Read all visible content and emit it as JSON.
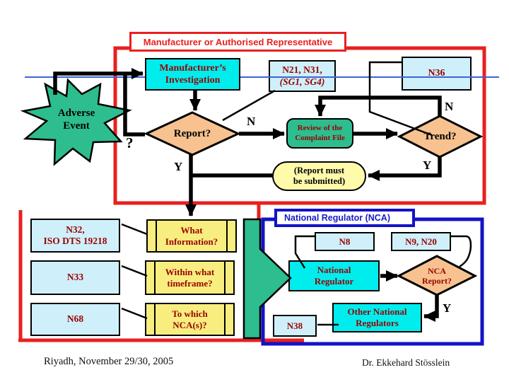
{
  "slide": {
    "manufacturer_section": {
      "title": "Manufacturer or Authorised Representative",
      "adverse_event": {
        "line1": "Adverse",
        "line2": "Event"
      },
      "investigation": {
        "line1": "Manufacturer’s",
        "line2": "Investigation"
      },
      "n21_box": {
        "line1": "N21, N31,",
        "line2": "(SG1, SG4)"
      },
      "n36_box": "N36",
      "report_decision": "Report?",
      "review_box": {
        "line1": "Review of the",
        "line2": "Complaint File"
      },
      "trend_decision": "Trend?",
      "report_note": {
        "line1": "(Report must",
        "line2": "be submitted)"
      },
      "labels": {
        "question": "?",
        "no_report": "N",
        "yes_report": "Y",
        "no_trend": "N",
        "yes_trend": "Y"
      }
    },
    "questions_section": {
      "n32_box": {
        "line1": "N32,",
        "line2": "ISO DTS 19218"
      },
      "what_box": {
        "line1": "What",
        "line2": "Information?"
      },
      "n33_box": "N33",
      "timeframe_box": {
        "line1": "Within what",
        "line2": "timeframe?"
      },
      "n68_box": "N68",
      "towhich_box": {
        "line1": "To which",
        "line2": "NCA(s)?"
      }
    },
    "nca_section": {
      "title": "National Regulator (NCA)",
      "n8_box": "N8",
      "n9_box": "N9, N20",
      "regulator_box": {
        "line1": "National",
        "line2": "Regulator"
      },
      "nca_report_decision": {
        "line1": "NCA",
        "line2": "Report?"
      },
      "n38_box": "N38",
      "other_box": {
        "line1": "Other National",
        "line2": "Regulators"
      },
      "labels": {
        "yes_nca_report": "Y"
      }
    },
    "footer": {
      "location_date": "Riyadh, November 29/30, 2005",
      "author": "Dr. Ekkehard Stösslein"
    }
  },
  "colors": {
    "section_red": "#e8201f",
    "section_blue": "#1313c6",
    "thin_line_blue": "#3c64d7",
    "bright_cyan": "#00eded",
    "light_cyan": "#cff0fa",
    "peach": "#f7c28f",
    "question_yellow": "#f7ee7f",
    "note_yellow": "#fffbab",
    "green": "#2ebd8e",
    "dark_red_text": "#990000",
    "black": "#000000"
  }
}
